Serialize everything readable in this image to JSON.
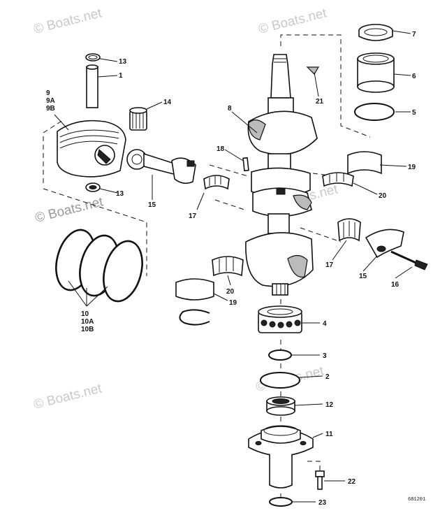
{
  "watermark": "© Boats.net",
  "drawing_number": "681201",
  "callouts": {
    "c1": "1",
    "c2": "2",
    "c3": "3",
    "c4": "4",
    "c5": "5",
    "c6": "6",
    "c7": "7",
    "c8": "8",
    "c9": "9",
    "c9a": "9A",
    "c9b": "9B",
    "c10": "10",
    "c10a": "10A",
    "c10b": "10B",
    "c11": "11",
    "c12": "12",
    "c13a": "13",
    "c13b": "13",
    "c14": "14",
    "c15a": "15",
    "c15b": "15",
    "c16": "16",
    "c17a": "17",
    "c17b": "17",
    "c18": "18",
    "c19a": "19",
    "c19b": "19",
    "c20a": "20",
    "c20b": "20",
    "c21": "21",
    "c22": "22",
    "c23": "23"
  }
}
